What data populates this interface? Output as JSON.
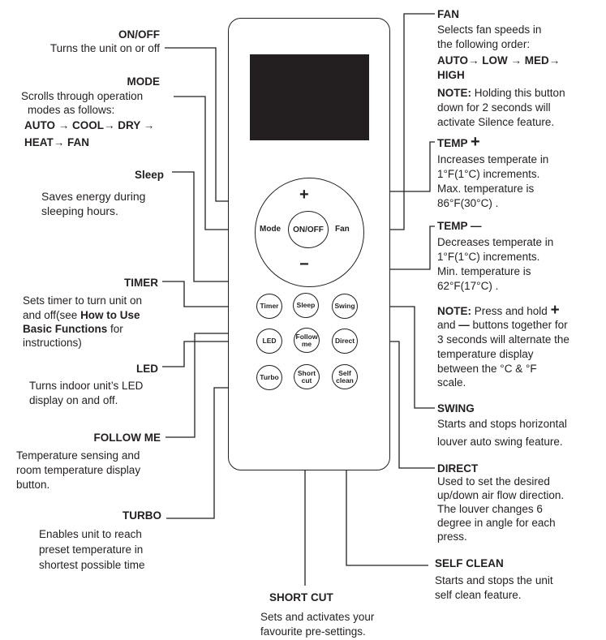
{
  "remote": {
    "dial": {
      "onoff": "ON/OFF",
      "mode": "Mode",
      "fan": "Fan",
      "plus": "+",
      "minus": "−"
    },
    "buttons": {
      "timer": "Timer",
      "sleep": "Sleep",
      "swing": "Swing",
      "led": "LED",
      "follow_me": "Follow me",
      "direct": "Direct",
      "turbo": "Turbo",
      "short_cut": "Short cut",
      "self_clean": "Self clean"
    }
  },
  "labels": {
    "onoff": {
      "title": "ON/OFF",
      "desc": "Turns the unit on or off"
    },
    "mode": {
      "title": "MODE",
      "desc1": "Scrolls through operation",
      "desc2": "modes as follows:",
      "seq1": "AUTO → COOL→ DRY →",
      "seq2": "HEAT→ FAN"
    },
    "sleep": {
      "title": "Sleep",
      "desc1": "Saves energy during",
      "desc2": "sleeping hours."
    },
    "timer": {
      "title": "TIMER",
      "desc1": "Sets timer to turn unit on",
      "desc2a": "and off(see ",
      "desc2b": "How to Use",
      "desc3a": "Basic Functions",
      "desc3b": " for",
      "desc4": "instructions)"
    },
    "led": {
      "title": "LED",
      "desc1": "Turns indoor unit’s LED",
      "desc2": "display on and off."
    },
    "follow_me": {
      "title": "FOLLOW ME",
      "desc1": "Temperature sensing and",
      "desc2": "room temperature display",
      "desc3": "button."
    },
    "turbo": {
      "title": "TURBO",
      "desc1": "Enables unit to reach",
      "desc2": "preset temperature in",
      "desc3": "shortest possible time"
    },
    "short_cut": {
      "title": "SHORT CUT",
      "desc1": "Sets and activates your",
      "desc2": "favourite pre-settings."
    },
    "fan": {
      "title": "FAN",
      "desc1": "Selects fan speeds in",
      "desc2": "the following order:",
      "seq1": "AUTO→ LOW → MED→",
      "seq2": "HIGH",
      "note_label": "NOTE:",
      "note1": " Holding this button",
      "note2": "down for 2 seconds will",
      "note3": "activate Silence feature."
    },
    "temp_plus": {
      "title": "TEMP",
      "symbol": "+",
      "desc1": "Increases temperate in",
      "desc2": "1°F(1°C) increments.",
      "desc3": "Max. temperature is",
      "desc4": "86°F(30°C) ."
    },
    "temp_minus": {
      "title": "TEMP",
      "symbol": "—",
      "desc1": "Decreases temperate in",
      "desc2": "1°F(1°C)  increments.",
      "desc3": "Min. temperature is",
      "desc4": "62°F(17°C) ."
    },
    "note": {
      "label": "NOTE:",
      "l1": " Press and hold",
      "l2a": "and",
      "l2b": " buttons together for",
      "l3": "3 seconds will alternate the",
      "l4": "temperature display",
      "l5": "between the  °C &  °F",
      "l6": "scale.",
      "plus": "+",
      "minus": "—"
    },
    "swing": {
      "title": "SWING",
      "desc1": "Starts and stops horizontal",
      "desc2": "louver auto swing feature."
    },
    "direct": {
      "title": "DIRECT",
      "desc1": "Used to set the desired",
      "desc2": "up/down air flow direction.",
      "desc3": "The louver changes 6",
      "desc4": "degree in angle for each",
      "desc5": "press."
    },
    "self_clean": {
      "title": "SELF CLEAN",
      "desc1": "Starts and stops the unit",
      "desc2": "self clean feature."
    }
  }
}
